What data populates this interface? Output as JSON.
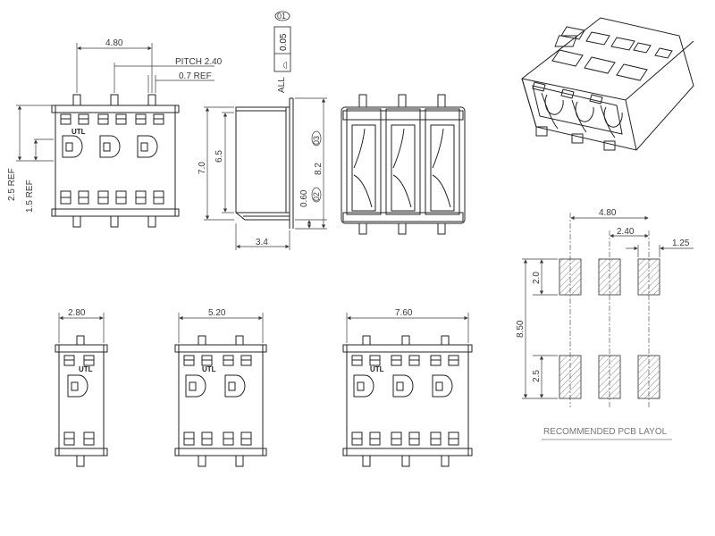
{
  "front_view": {
    "dim_width": "4.80",
    "dim_pitch": "PITCH 2.40",
    "dim_lead": "0.7 REF",
    "dim_left_outer": "2.5 REF",
    "dim_left_inner": "1.5 REF",
    "logo": "UTL"
  },
  "side_view": {
    "dim_height": "7.0",
    "dim_inner": "6.5",
    "dim_depth": "3.4",
    "dim_lead": "0.60",
    "dim_total": "8.2",
    "flatness_symbol": "⌓",
    "flatness_value": "0.05",
    "flatness_scope": "ALL",
    "datum_1": "01",
    "datum_2": "02",
    "datum_3": "03"
  },
  "variants": [
    {
      "width": "2.80",
      "logo": "UTL"
    },
    {
      "width": "5.20",
      "logo": "UTL"
    },
    {
      "width": "7.60",
      "logo": "UTL"
    }
  ],
  "pcb": {
    "dim_width": "4.80",
    "dim_pitch": "2.40",
    "dim_pad": "1.25",
    "dim_height": "8.50",
    "dim_pad_top": "2.0",
    "dim_pad_bottom": "2.5",
    "label": "RECOMMENDED PCB LAYOL"
  }
}
